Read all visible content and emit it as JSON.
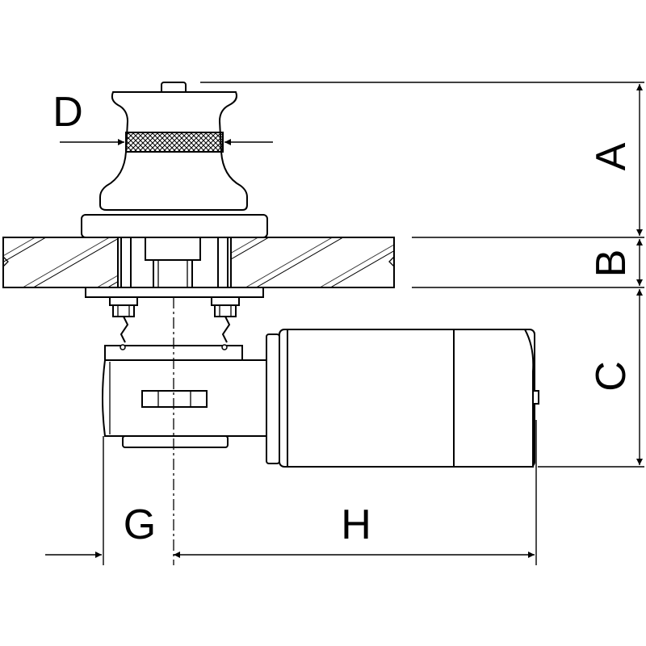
{
  "dimensions": {
    "a": "A",
    "b": "B",
    "c": "C",
    "d": "D",
    "g": "G",
    "h": "H"
  },
  "colors": {
    "line": "#000000",
    "background": "#ffffff"
  }
}
